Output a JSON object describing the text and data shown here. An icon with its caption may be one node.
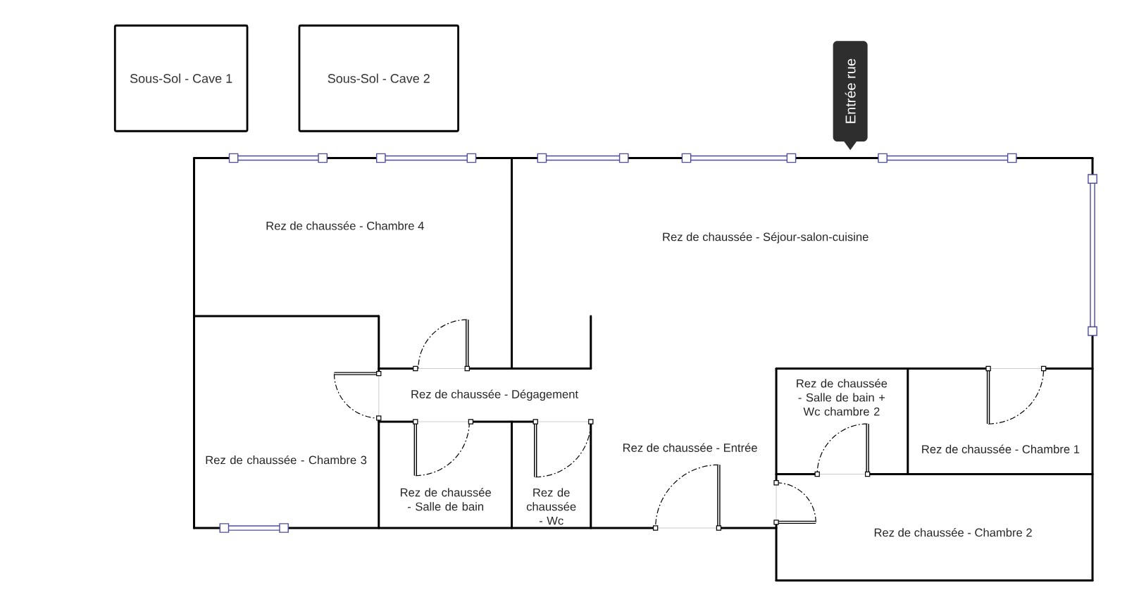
{
  "diagram": {
    "nodes": [
      {
        "text": [
          "Sous-Sol - Cave 1"
        ]
      },
      {
        "text": [
          "Sous-Sol - Cave 2"
        ]
      },
      {
        "text": [
          "Entrée rue"
        ]
      }
    ],
    "labels": [
      "Rez de chaussée - Chambre 4",
      "Rez de chaussée - Séjour-salon-cuisine",
      "Rez de chaussée - Dégagement",
      "Rez de chaussée - Salle de bain + Wc chambre 2",
      "Rez de chaussée - Chambre 1",
      "Rez de chaussée - Chambre 3",
      "Rez de chaussée - Entrée",
      "Rez de chaussée - Salle de bain",
      "Rez de chaussée - Wc",
      "Rez de chaussée - Chambre 2"
    ]
  }
}
